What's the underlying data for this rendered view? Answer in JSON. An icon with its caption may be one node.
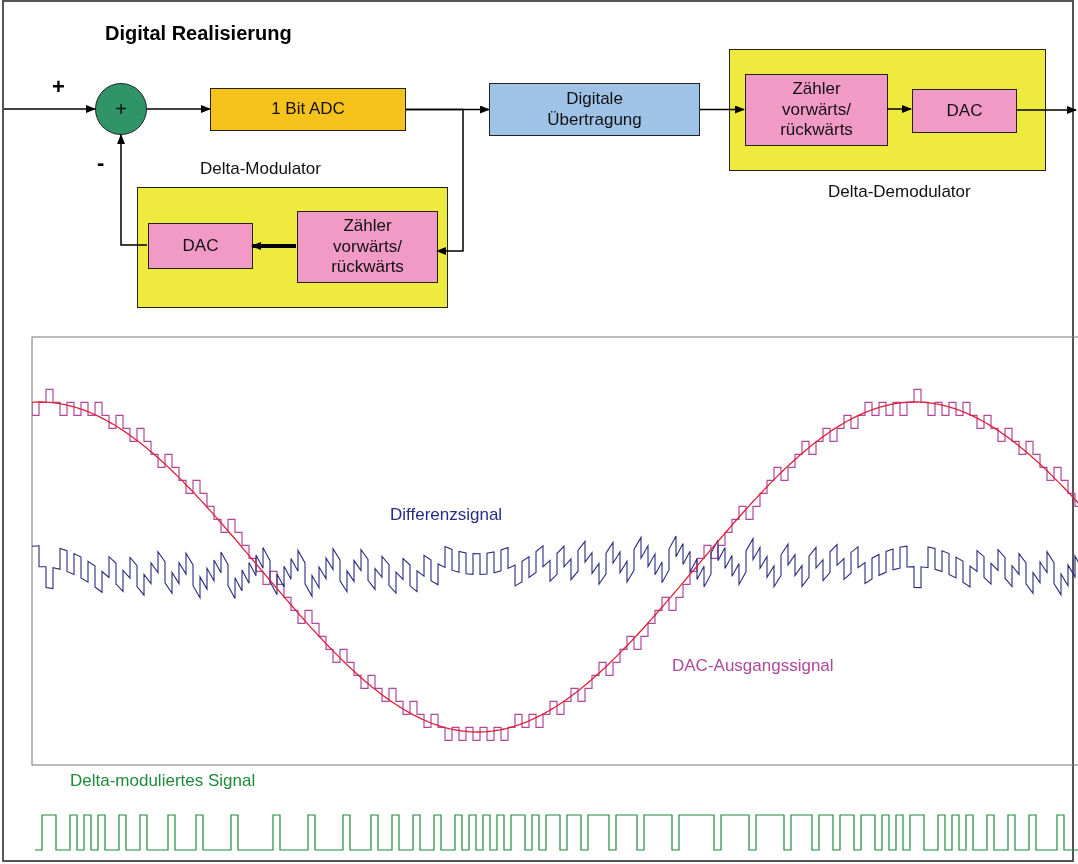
{
  "diagram": {
    "title": "Digital Realisierung",
    "nodes": [
      {
        "text": [
          "+"
        ]
      },
      {
        "text": [
          "1 Bit ADC"
        ]
      },
      {
        "text": [
          "Digitale Übertragung"
        ]
      },
      {
        "text": [
          "Delta-Demodulator"
        ]
      },
      {
        "text": [
          "Zähler vorwärts/ rückwärts"
        ],
        "in": 3
      },
      {
        "text": [
          "DAC"
        ],
        "in": 3
      },
      {
        "text": [
          "Delta-Modulator"
        ]
      },
      {
        "text": [
          "Zähler vorwärts/ rückwärts"
        ],
        "in": 6
      },
      {
        "text": [
          "DAC"
        ],
        "in": 6
      }
    ],
    "edges": [
      {
        "from": null,
        "to": 0,
        "arrow": "to",
        "label": "+"
      },
      {
        "from": 0,
        "to": 1,
        "arrow": "to"
      },
      {
        "from": 1,
        "to": 2,
        "arrow": "to"
      },
      {
        "from": 1,
        "to": 7,
        "arrow": "to"
      },
      {
        "from": 2,
        "to": 4,
        "arrow": "to"
      },
      {
        "from": 4,
        "to": 5,
        "arrow": "to"
      },
      {
        "from": 5,
        "to": null,
        "arrow": "to"
      },
      {
        "from": 7,
        "to": 8,
        "arrow": "to",
        "style": "thick"
      },
      {
        "from": 8,
        "to": 0,
        "arrow": "to",
        "label": "-"
      }
    ],
    "labels": [
      "Differenzsignal",
      "DAC-Ausgangssignal",
      "Delta-moduliertes Signal"
    ]
  }
}
